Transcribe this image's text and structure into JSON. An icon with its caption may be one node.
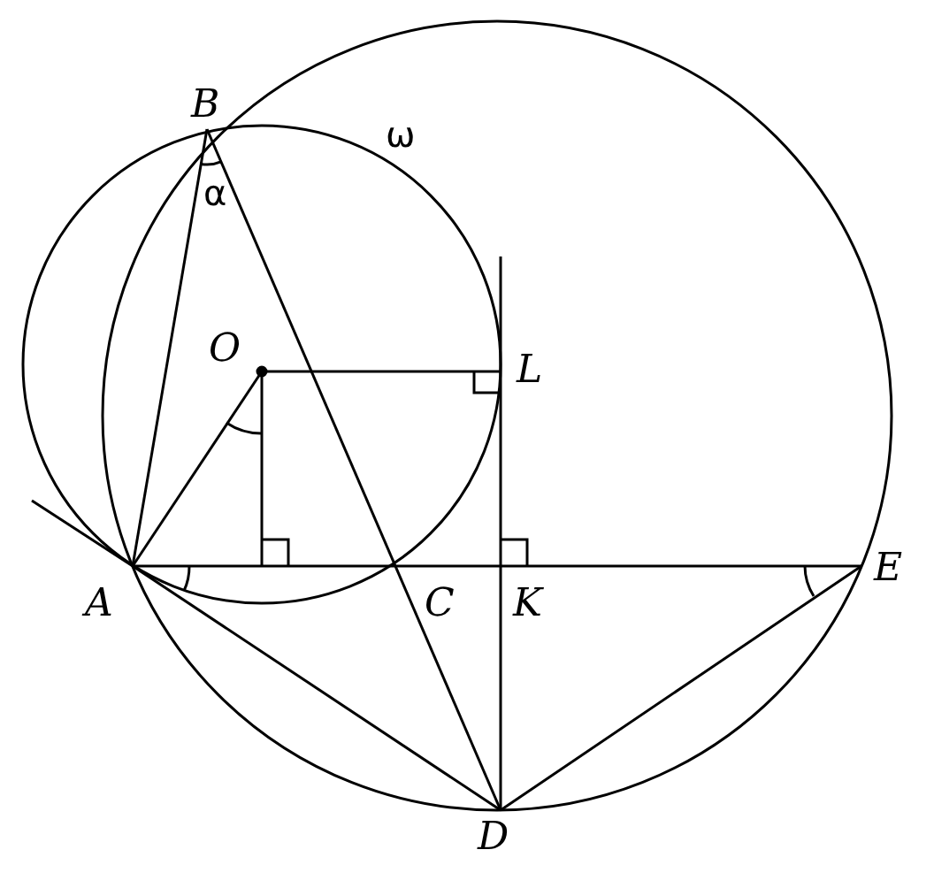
{
  "diagram": {
    "labels": [
      "B",
      "ω",
      "α",
      "O",
      "L",
      "A",
      "C",
      "K",
      "E",
      "D"
    ]
  }
}
